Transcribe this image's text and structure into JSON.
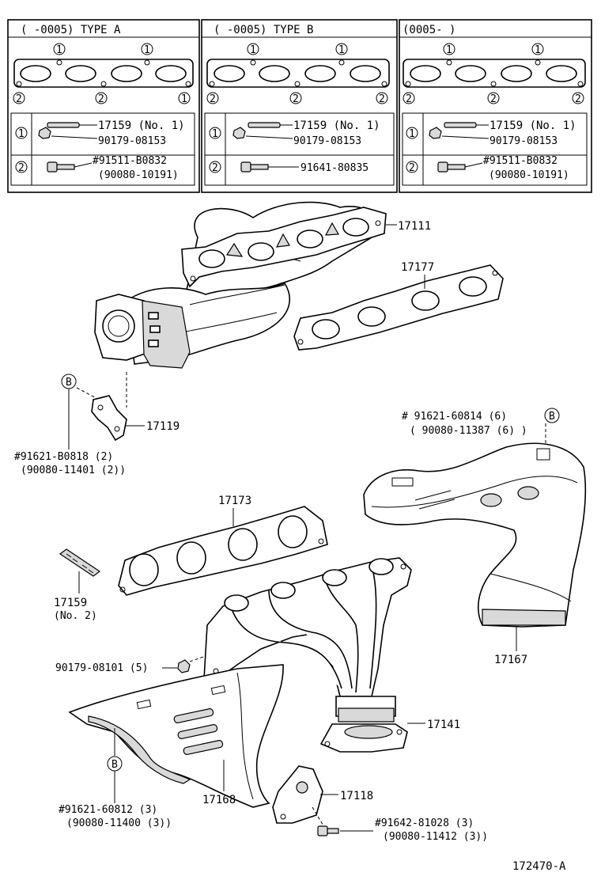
{
  "variants": [
    {
      "header": "(      -0005)  TYPE  A",
      "row1_part": "17159 (No. 1)",
      "row1_nut": "90179-08153",
      "row2_line1": "#91511-B0832",
      "row2_line2": "(90080-10191)"
    },
    {
      "header": "(      -0005)  TYPE  B",
      "row1_part": "17159 (No. 1)",
      "row1_nut": "90179-08153",
      "row2_line1": "91641-80835",
      "row2_line2": ""
    },
    {
      "header": "(0005-         )",
      "row1_part": "17159 (No. 1)",
      "row1_nut": "90179-08153",
      "row2_line1": "#91511-B0832",
      "row2_line2": "(90080-10191)"
    }
  ],
  "markers": {
    "one": "1",
    "two": "2",
    "b": "B"
  },
  "callouts": {
    "c17111": "17111",
    "c17177": "17177",
    "c17119": "17119",
    "c91621_b0818": "#91621-B0818 (2)",
    "c90080_11401": "(90080-11401 (2))",
    "c91621_60814": "# 91621-60814 (6)",
    "c90080_11387": "( 90080-11387 (6) )",
    "c17173": "17173",
    "c17159": "17159",
    "c17159_no2": "(No. 2)",
    "c17167": "17167",
    "c90179_08101": "90179-08101 (5)",
    "c17141": "17141",
    "c91621_60812": "#91621-60812 (3)",
    "c90080_11400": "(90080-11400 (3))",
    "c17168": "17168",
    "c17118": "17118",
    "c91642_81028": "#91642-81028 (3)",
    "c90080_11412": "(90080-11412 (3))"
  },
  "diagram_id": "172470-A"
}
